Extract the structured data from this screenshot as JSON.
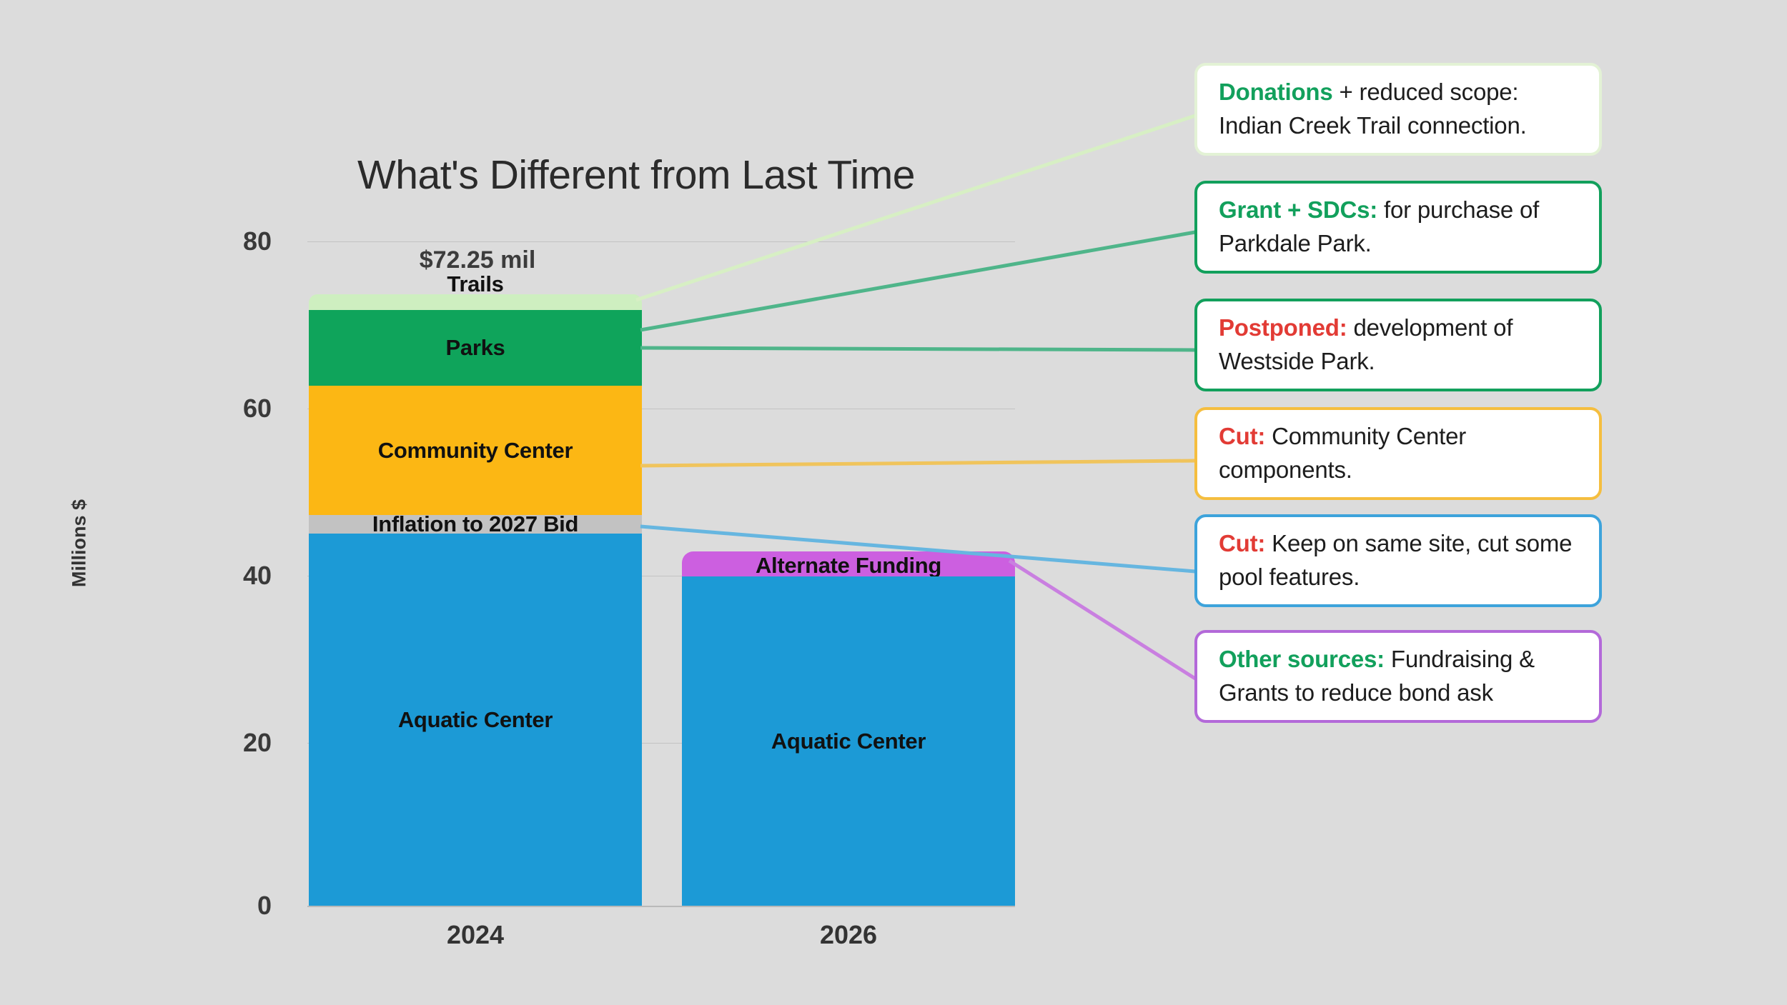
{
  "chart_data": {
    "type": "bar",
    "subtype": "stacked",
    "title": "What's Different from Last Time",
    "xlabel": "",
    "ylabel": "Millions $",
    "ylim": [
      0,
      80
    ],
    "yticks": [
      0,
      20,
      40,
      60,
      80
    ],
    "grid": true,
    "legend": "none",
    "categories": [
      "2024",
      "2026"
    ],
    "total_labels": [
      "$72.25 mil",
      ""
    ],
    "series": [
      {
        "name": "Aquatic Center",
        "values": [
          45.5,
          38.5
        ],
        "color": "#1C9AD6"
      },
      {
        "name": "Inflation to 2027 Bid",
        "values": [
          2.0,
          0
        ],
        "color": "#C2C2C2"
      },
      {
        "name": "Community Center",
        "values": [
          17.5,
          0
        ],
        "color": "#FCB714"
      },
      {
        "name": "Parks",
        "values": [
          6.0,
          0
        ],
        "color": "#0FA45B"
      },
      {
        "name": "Trails",
        "values": [
          1.25,
          0
        ],
        "color": "#CEEFC0"
      },
      {
        "name": "Alternate Funding",
        "values": [
          0,
          2.5
        ],
        "color": "#CC5FE0"
      }
    ],
    "annotations": [
      {
        "lead": "Donations",
        "rest": " + reduced scope: Indian Creek Trail connection.",
        "border": "#E3F2D5",
        "lead_color": "#12A05C",
        "target": "Trails"
      },
      {
        "lead": "Grant + SDCs:",
        "rest": " for purchase of Parkdale Park.",
        "border": "#12A05C",
        "lead_color": "#12A05C",
        "target": "Parks"
      },
      {
        "lead": "Postponed:",
        "rest": " development of Westside Park.",
        "border": "#12A05C",
        "lead_color": "#E23B35",
        "target": "Parks"
      },
      {
        "lead": "Cut:",
        "rest": " Community Center components.",
        "border": "#F5BE3F",
        "lead_color": "#E23B35",
        "target": "Community Center"
      },
      {
        "lead": "Cut:",
        "rest": " Keep on same site, cut some pool features.",
        "border": "#3DA3DB",
        "lead_color": "#E23B35",
        "target": "Inflation to 2027 Bid"
      },
      {
        "lead": "Other sources:",
        "rest": " Fundraising & Grants to reduce bond ask",
        "border": "#B369D9",
        "lead_color": "#12A05C",
        "target": "Alternate Funding"
      }
    ]
  },
  "axis": {
    "y_label": "Millions $",
    "y_ticks": [
      "80",
      "60",
      "40",
      "20",
      "0"
    ],
    "x_ticks": [
      "2024",
      "2026"
    ]
  },
  "bars": {
    "b2024": {
      "total_label": "$72.25 mil",
      "segments": [
        {
          "label": "Trails"
        },
        {
          "label": "Parks"
        },
        {
          "label": "Community Center"
        },
        {
          "label": "Inflation to 2027 Bid"
        },
        {
          "label": "Aquatic Center"
        }
      ]
    },
    "b2026": {
      "total_label": "",
      "segments": [
        {
          "label": "Alternate Funding"
        },
        {
          "label": "Aquatic Center"
        }
      ]
    }
  },
  "callouts": [
    {
      "lead": "Donations",
      "rest": " + reduced scope: Indian Creek Trail connection."
    },
    {
      "lead": "Grant + SDCs:",
      "rest": " for purchase of Parkdale Park."
    },
    {
      "lead": "Postponed:",
      "rest": " development of Westside Park."
    },
    {
      "lead": "Cut:",
      "rest": " Community Center components."
    },
    {
      "lead": "Cut:",
      "rest": " Keep on same site, cut some pool features."
    },
    {
      "lead": "Other sources:",
      "rest": " Fundraising & Grants to reduce bond ask"
    }
  ],
  "colors": {
    "background": "#DCDCDC",
    "aquatic": "#1C9AD6",
    "inflation": "#C2C2C2",
    "community": "#FCB714",
    "parks": "#0FA45B",
    "trails": "#CEEFC0",
    "alternate": "#CC5FE0",
    "green_accent": "#12A05C",
    "red_accent": "#E23B35",
    "purple_accent": "#B369D9",
    "blue_accent": "#3DA3DB",
    "yellow_accent": "#F5BE3F"
  }
}
